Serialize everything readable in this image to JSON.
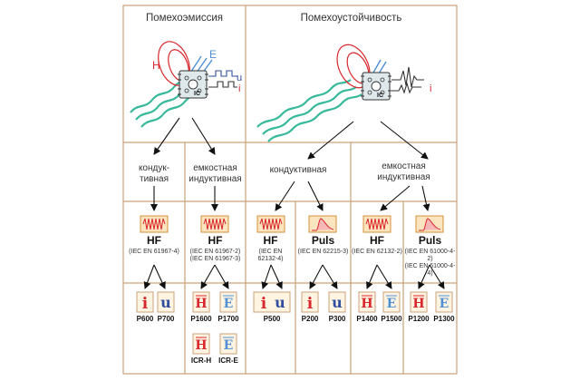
{
  "header": {
    "left": "Помехоэмиссия",
    "right": "Помехоустойчивость"
  },
  "field_labels": {
    "h": "H",
    "e": "E",
    "u": "u",
    "i": "i",
    "ic": "IC"
  },
  "coupling": {
    "c1": "кондук-\nтивная",
    "c2": "емкостная\nиндуктивная",
    "c3": "кондуктивная",
    "c4": "емкостная\nиндуктивная"
  },
  "tests": [
    {
      "type": "HF",
      "std": "(IEC EN 61967-4)"
    },
    {
      "type": "HF",
      "std": "(IEC EN 61967-2)\n(IEC EN 61967-3)"
    },
    {
      "type": "HF",
      "std": "(IEC EN\n62132-4)"
    },
    {
      "type": "Puls",
      "std": "(IEC EN 62215-3)"
    },
    {
      "type": "HF",
      "std": "(IEC EN 62132-2)"
    },
    {
      "type": "Puls",
      "std": "(IEC EN 61000-4-2)\n(IEC EN 61000-4-4)"
    }
  ],
  "probes": {
    "p600": "P600",
    "p700": "P700",
    "p1600": "P1600",
    "p1700": "P1700",
    "icrh": "ICR-H",
    "icre": "ICR-E",
    "p500": "P500",
    "p200": "P200",
    "p300": "P300",
    "p1400": "P1400",
    "p1500": "P1500",
    "p1200": "P1200",
    "p1300": "P1300"
  },
  "colors": {
    "grid": "#c9a27a",
    "wave_box_fill": "#fbe4c0",
    "wave_box_border": "#d4923a",
    "wave_red": "#d9262c",
    "probe_box_fill": "#fff4e2",
    "current_red": "#d9262c",
    "voltage_blue": "#2f4f9e",
    "field_blue": "#4f8fd6",
    "wave_teal": "#38b99b"
  }
}
